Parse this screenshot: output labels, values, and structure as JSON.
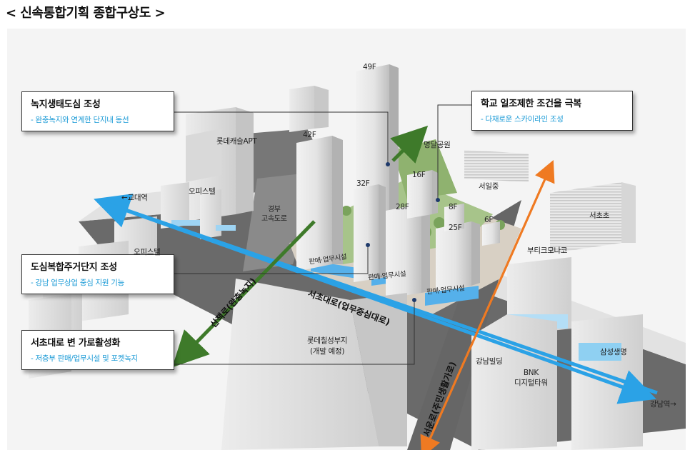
{
  "header": {
    "title": "< 신속통합기획 종합구상도 >"
  },
  "callouts": [
    {
      "heading": "녹지생태도심 조성",
      "sub": "- 완충녹지와 연계한 단지내 동선"
    },
    {
      "heading": "학교 일조제한 조건을 극복",
      "sub": "- 다채로운 스카이라인 조성"
    },
    {
      "heading": "도심복합주거단지 조성",
      "sub": "- 강남 업무상업 중심 지원 기능"
    },
    {
      "heading": "서초대로 변 가로활성화",
      "sub": "- 저층부 판매/업무시설 및 포켓녹지"
    }
  ],
  "floors": [
    "49F",
    "42F",
    "32F",
    "16F",
    "28F",
    "8F",
    "25F",
    "6F"
  ],
  "places": {
    "lotte_castle": "롯데캐슬APT",
    "office_1": "오피스텔",
    "office_2": "오피스텔",
    "gyodae": "←교대역",
    "expressway": "경부\n고속도로",
    "myeongdal": "명달공원",
    "seoil": "서일중",
    "seocho_elem": "서초초",
    "boutique": "부티크모나코",
    "lotte_chilsung": "롯데칠성부지\n(개발 예정)",
    "gangnam_bldg": "강남빌딩",
    "bnk": "BNK\n디지털타워",
    "samsung": "삼성생명",
    "gangnam_stn": "강남역→"
  },
  "podium": [
    "판매·업무시설",
    "판매·업무시설",
    "판매·업무시설"
  ],
  "roads": {
    "seocho": "서초대로(업무중심대로)",
    "sanchaek": "산책로(완충녹지)",
    "seoun": "서운로(주민생활가로)"
  }
}
